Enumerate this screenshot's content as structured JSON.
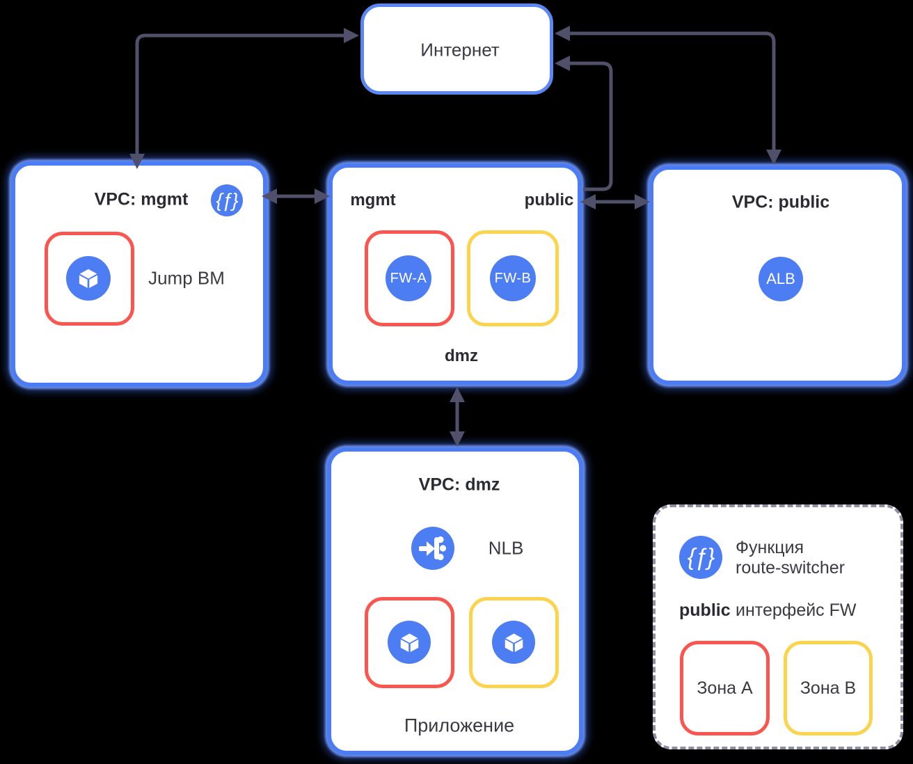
{
  "colors": {
    "vpc_border": "#4b7cf6",
    "internet_border": "#5b87f5",
    "circle_blue": "#4d7df2",
    "zone_red": "#fa564f",
    "zone_yellow": "#fbd34d",
    "arrow": "#50506a",
    "legend_border": "#8d8da4",
    "text_dark": "#2b2b33"
  },
  "internet": {
    "label": "Интернет"
  },
  "vpc_mgmt": {
    "title": "VPC: mgmt",
    "function_icon_glyph": "{ƒ}",
    "jump_vm_label": "Jump BM"
  },
  "fw_box": {
    "left_label": "mgmt",
    "right_label": "public",
    "bottom_label": "dmz",
    "fw_a_label": "FW-A",
    "fw_b_label": "FW-B"
  },
  "vpc_public": {
    "title": "VPC: public",
    "alb_label": "ALB"
  },
  "vpc_dmz": {
    "title": "VPC: dmz",
    "nlb_label": "NLB",
    "app_label": "Приложение"
  },
  "legend": {
    "function_icon_glyph": "{ƒ}",
    "function_label_line1": "Функция",
    "function_label_line2": "route-switcher",
    "public_label": "public",
    "fw_interface_label": "интерфейс FW",
    "zone_a_label": "Зона A",
    "zone_b_label": "Зона B"
  },
  "connections": [
    "internet <-> vpc-mgmt",
    "internet <-> vpc-public",
    "internet <- fw-public-interface",
    "vpc-mgmt <-> fw-box",
    "fw-box <-> vpc-public",
    "fw-box dmz <-> vpc-dmz"
  ]
}
